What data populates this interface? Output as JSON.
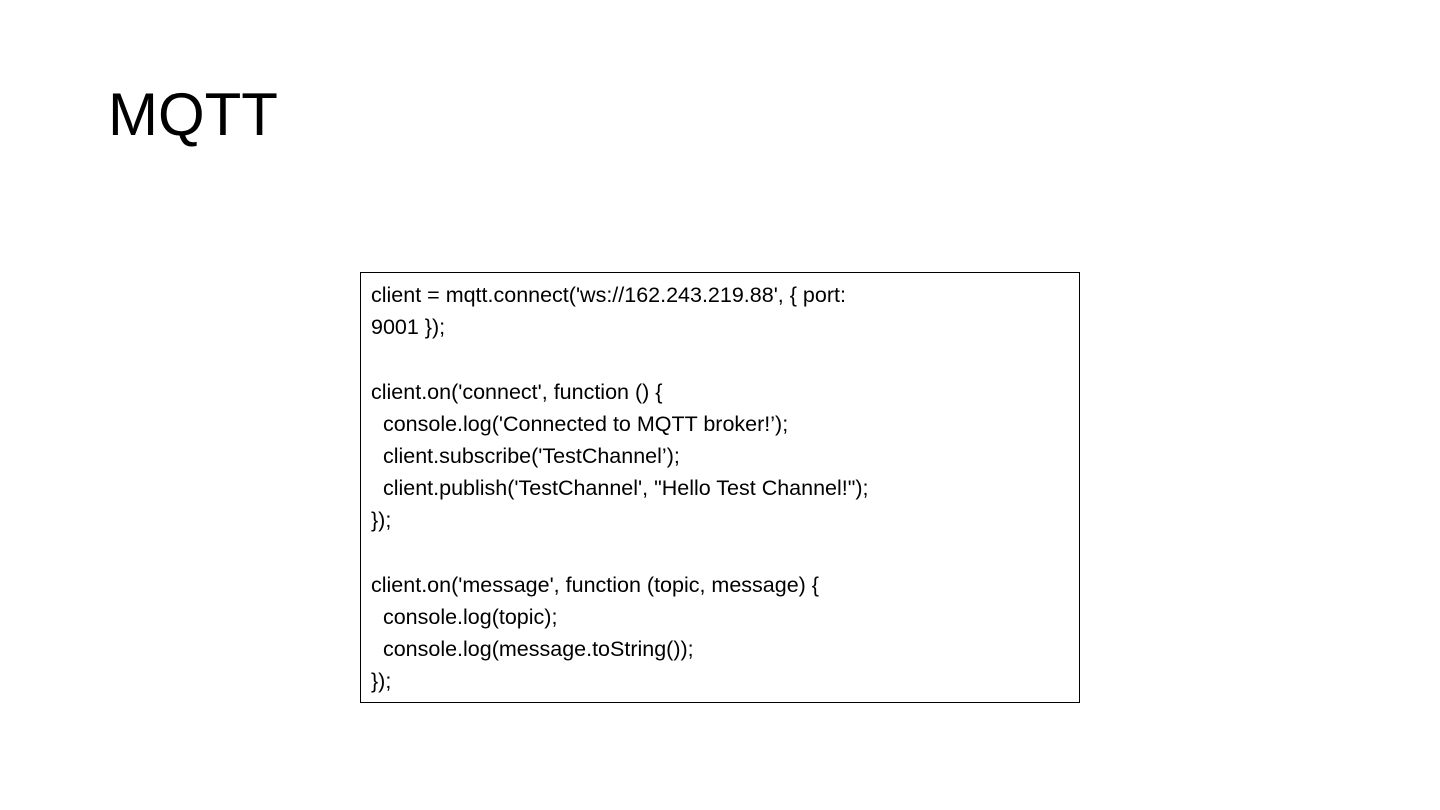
{
  "slide": {
    "title": "MQTT",
    "background_color": "#ffffff",
    "text_color": "#000000"
  },
  "code_box": {
    "border_color": "#000000",
    "lines": [
      "client = mqtt.connect('ws://162.243.219.88', { port:",
      "9001 });",
      "",
      "client.on('connect', function () {",
      "  console.log('Connected to MQTT broker!’);",
      "  client.subscribe('TestChannel’);",
      "  client.publish('TestChannel', \"Hello Test Channel!\");",
      "});",
      "",
      "client.on('message', function (topic, message) {",
      "  console.log(topic);",
      "  console.log(message.toString());",
      "});"
    ]
  }
}
